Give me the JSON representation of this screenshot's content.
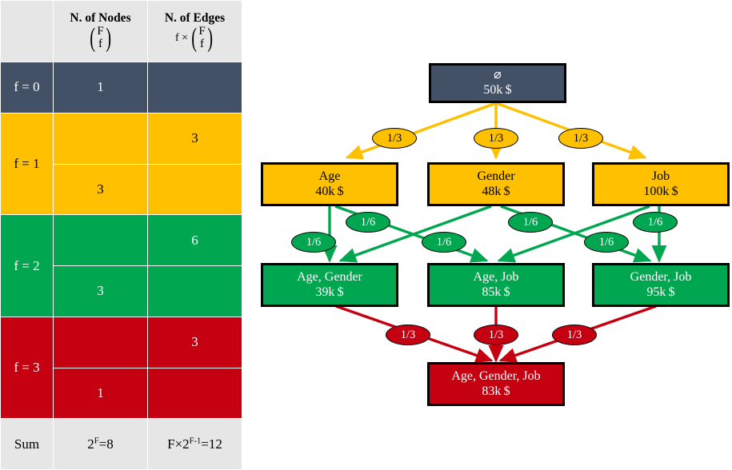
{
  "table": {
    "headers": {
      "corner": "",
      "nodes_title": "N. of Nodes",
      "nodes_formula_top": "F",
      "nodes_formula_bottom": "f",
      "edges_title": "N. of Edges",
      "edges_prefix": "f ×",
      "edges_formula_top": "F",
      "edges_formula_bottom": "f"
    },
    "rows": [
      {
        "f_label": "f = 0",
        "nodes": "1",
        "edges": ""
      },
      {
        "f_label": "f = 1",
        "edges": "3",
        "nodes": "3"
      },
      {
        "f_label": "f = 2",
        "edges": "6",
        "nodes": "3"
      },
      {
        "f_label": "f = 3",
        "edges": "3",
        "nodes": "1"
      }
    ],
    "sum": {
      "label": "Sum",
      "nodes_base": "2",
      "nodes_exp": "F",
      "nodes_result": "=8",
      "edges_prefix": "F×2",
      "edges_exp": "F-1",
      "edges_result": "=12"
    }
  },
  "diagram": {
    "nodes": {
      "root": {
        "name": "⌀",
        "value": "50k $"
      },
      "age": {
        "name": "Age",
        "value": "40k $"
      },
      "gender": {
        "name": "Gender",
        "value": "48k $"
      },
      "job": {
        "name": "Job",
        "value": "100k $"
      },
      "ag": {
        "name": "Age, Gender",
        "value": "39k $"
      },
      "aj": {
        "name": "Age, Job",
        "value": "85k $"
      },
      "gj": {
        "name": "Gender, Job",
        "value": "95k $"
      },
      "agj": {
        "name": "Age, Gender, Job",
        "value": "83k $"
      }
    },
    "edge_labels": {
      "l1a": "1/3",
      "l1b": "1/3",
      "l1c": "1/3",
      "l2a": "1/6",
      "l2b": "1/6",
      "l2c": "1/6",
      "l2d": "1/6",
      "l2e": "1/6",
      "l2f": "1/6",
      "l3a": "1/3",
      "l3b": "1/3",
      "l3c": "1/3"
    },
    "colors": {
      "level0": "#435167",
      "level1": "#ffc000",
      "level2": "#00a650",
      "level3": "#c40011",
      "grey": "#e6e6e6"
    }
  }
}
